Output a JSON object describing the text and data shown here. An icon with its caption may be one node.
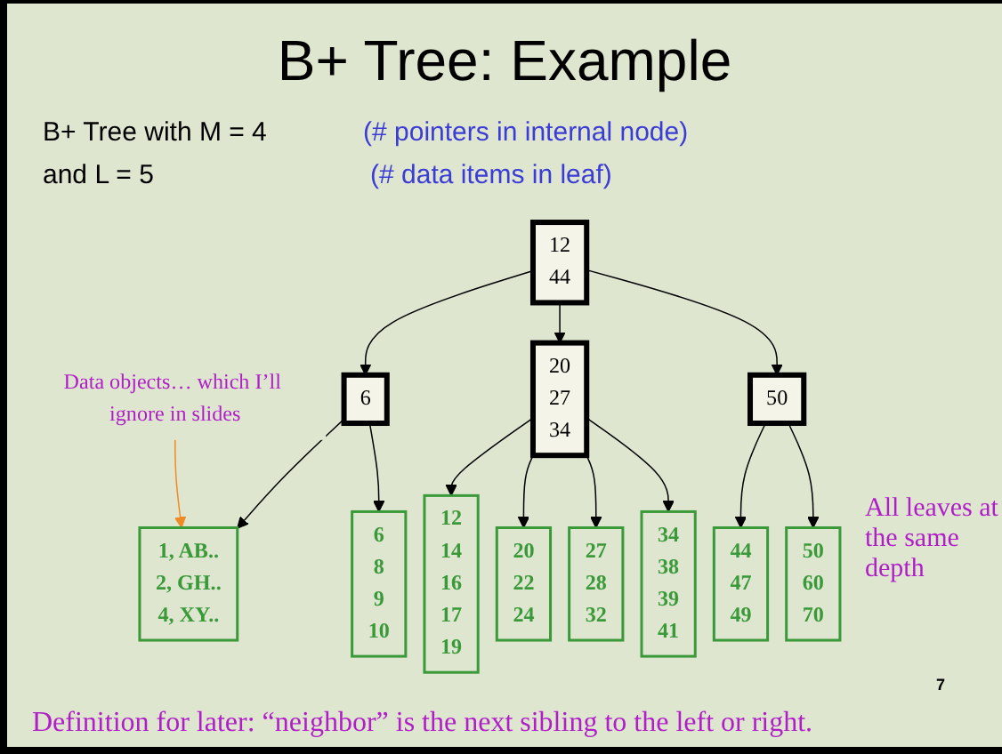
{
  "diagram": {
    "title": "B+ Tree: Example",
    "nodes": [
      {
        "text": [
          "12",
          "44"
        ]
      },
      {
        "text": [
          "Data objects… which I’ll ignore in slides"
        ]
      },
      {
        "text": [
          "6"
        ]
      },
      {
        "text": [
          "20",
          "27",
          "34"
        ]
      },
      {
        "text": [
          "50"
        ]
      },
      {
        "text": [
          "1, AB..",
          "2, GH..",
          "4, XY.."
        ]
      },
      {
        "text": [
          "6",
          "8",
          "9",
          "10"
        ]
      },
      {
        "text": [
          "12",
          "14",
          "16",
          "17",
          "19"
        ]
      },
      {
        "text": [
          "20",
          "22",
          "24"
        ]
      },
      {
        "text": [
          "27",
          "28",
          "32"
        ]
      },
      {
        "text": [
          "34",
          "38",
          "39",
          "41"
        ]
      },
      {
        "text": [
          "44",
          "47",
          "49"
        ]
      },
      {
        "text": [
          "50",
          "60",
          "70"
        ]
      }
    ],
    "edges": [
      {
        "from": 0,
        "to": 2,
        "arrow": "to"
      },
      {
        "from": 0,
        "to": 3,
        "arrow": "to"
      },
      {
        "from": 0,
        "to": 4,
        "arrow": "to"
      },
      {
        "from": 1,
        "to": 5,
        "arrow": "to",
        "color": "#f08a24"
      },
      {
        "from": 2,
        "to": 5,
        "arrow": "to"
      },
      {
        "from": 2,
        "to": 6,
        "arrow": "to"
      },
      {
        "from": 3,
        "to": 7,
        "arrow": "to"
      },
      {
        "from": 3,
        "to": 8,
        "arrow": "to"
      },
      {
        "from": 3,
        "to": 9,
        "arrow": "to"
      },
      {
        "from": 3,
        "to": 10,
        "arrow": "to"
      },
      {
        "from": 4,
        "to": 11,
        "arrow": "to"
      },
      {
        "from": 4,
        "to": 12,
        "arrow": "to"
      }
    ],
    "labels": [
      "B+ Tree with M = 4",
      "(# pointers in internal node)",
      "and L = 5",
      "(# data items in leaf)",
      "All leaves at the same depth",
      "7",
      "Definition for later: “neighbor” is the next sibling to the left or right."
    ]
  }
}
